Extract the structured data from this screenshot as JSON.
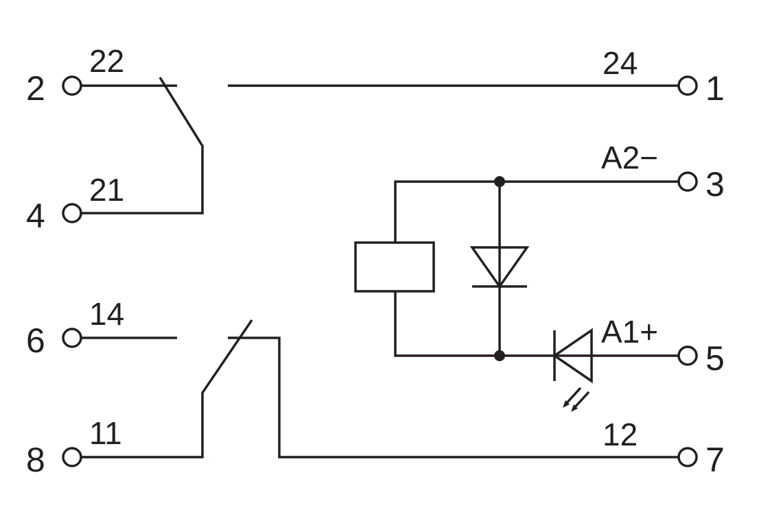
{
  "colors": {
    "line": "#231f20",
    "background": "#ffffff"
  },
  "terminals": {
    "t1": "1",
    "t2": "2",
    "t3": "3",
    "t4": "4",
    "t5": "5",
    "t6": "6",
    "t7": "7",
    "t8": "8"
  },
  "contacts": {
    "c22": "22",
    "c24": "24",
    "c21": "21",
    "c14": "14",
    "c11": "11",
    "c12": "12"
  },
  "supply": {
    "negative": "A2−",
    "positive": "A1+"
  }
}
